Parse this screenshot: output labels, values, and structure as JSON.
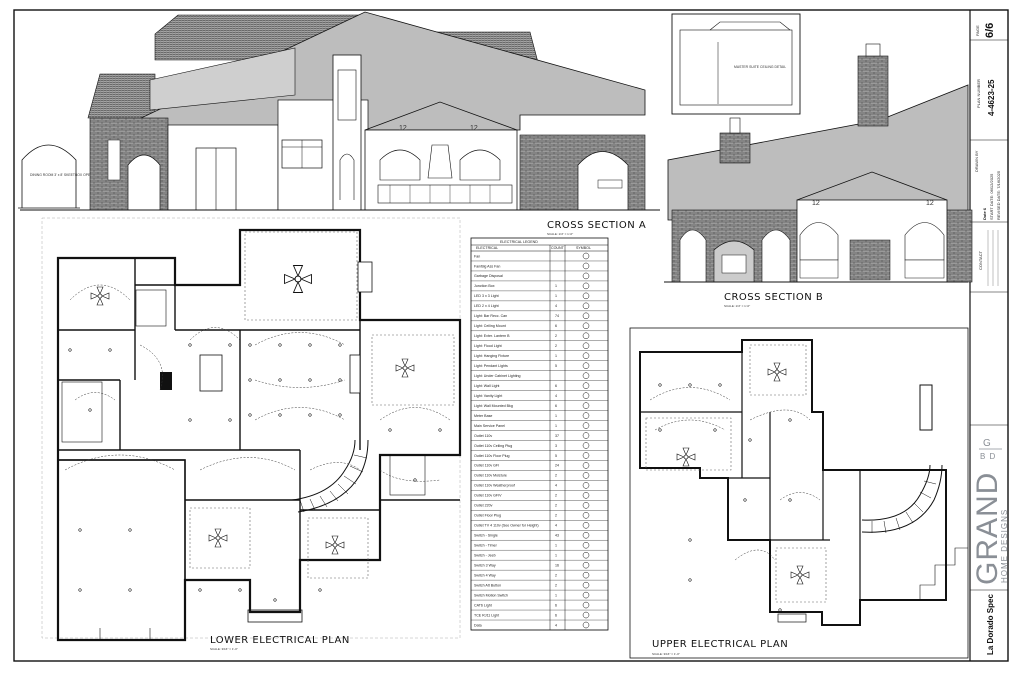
{
  "labels": {
    "cross_section_a": "CROSS SECTION A",
    "cross_section_b": "CROSS SECTION B",
    "scale_section": "SCALE: 1/4\" = 1'-0\"",
    "lower_plan": "LOWER ELECTRICAL PLAN",
    "upper_plan": "UPPER ELECTRICAL PLAN",
    "scale_plan": "SCALE: 3/16\" = 1'-0\"",
    "master_suite_detail": "MASTER SUITE CEILING DETAIL",
    "dining_detail": "DINING ROOM 3' x 8' SKEETBOX OPENING DETAIL",
    "pitch": "12"
  },
  "title_block": {
    "page_label": "PAGE",
    "page_number": "6/6",
    "plan_number_label": "PLAN NUMBER",
    "plan_number": "4-4623-25",
    "drawn_by": "DRAWN BY",
    "date_6": "Date 6",
    "start_date": "START DATE: 06/12/2025",
    "revised_date": "REVISED DATE: 7/16/2025",
    "contact": "CONTACT",
    "brand": "GRAND",
    "brand_sub": "HOME DESIGNS",
    "project": "La Dorado Spec",
    "monogram_top": "G",
    "monogram_bottom": "B D"
  },
  "legend": {
    "header": "ELECTRICAL LEGEND",
    "col_electrical": "ELECTRICAL",
    "col_count": "COUNT",
    "col_symbol": "SYMBOL",
    "rows": [
      {
        "name": "Fan",
        "count": ""
      },
      {
        "name": "Fan/Big Ass Fan",
        "count": ""
      },
      {
        "name": "Garbage Disposal",
        "count": ""
      },
      {
        "name": "Junction Box",
        "count": "1"
      },
      {
        "name": "LED 3 x 3 Light",
        "count": "1"
      },
      {
        "name": "LED 2 x 4 Light",
        "count": "4"
      },
      {
        "name": "Light: Bar Recc. Can",
        "count": "74"
      },
      {
        "name": "Light: Ceiling Mount",
        "count": "6"
      },
      {
        "name": "Light: Exter. Lantern B",
        "count": "2"
      },
      {
        "name": "Light: Flood Light",
        "count": "2"
      },
      {
        "name": "Light: Hanging Fixture",
        "count": "1"
      },
      {
        "name": "Light: Pendant Lights",
        "count": "5"
      },
      {
        "name": "Light: Under Cabinet Lighting",
        "count": ""
      },
      {
        "name": "Light: Wall Light",
        "count": "6"
      },
      {
        "name": "Light: Vanity Light",
        "count": "4"
      },
      {
        "name": "Light: Wall Mounted Bkg",
        "count": "6"
      },
      {
        "name": "Meter Base",
        "count": "1"
      },
      {
        "name": "Main Service Panel",
        "count": "1"
      },
      {
        "name": "Outlet 110v",
        "count": "37"
      },
      {
        "name": "Outlet 110v Ceiling Plug",
        "count": "3"
      },
      {
        "name": "Outlet 110v Floor Plug",
        "count": "5"
      },
      {
        "name": "Outlet 110v GFI",
        "count": "24"
      },
      {
        "name": "Outlet 110v Moisture",
        "count": "2"
      },
      {
        "name": "Outlet 110v Weatherproof",
        "count": "4"
      },
      {
        "name": "Outlet 110v GFIV",
        "count": "2"
      },
      {
        "name": "Outlet 220v",
        "count": "2"
      },
      {
        "name": "Outlet Floor Plug",
        "count": "2"
      },
      {
        "name": "Outlet TV 4 110v (See Owner for Height)",
        "count": "4"
      },
      {
        "name": "Switch - Single",
        "count": "43"
      },
      {
        "name": "Switch - Timer",
        "count": "1"
      },
      {
        "name": "Switch - Jeeb",
        "count": "1"
      },
      {
        "name": "Switch 3 Way",
        "count": "16"
      },
      {
        "name": "Switch 4 Way",
        "count": "2"
      },
      {
        "name": "Switch Att Button",
        "count": "2"
      },
      {
        "name": "Switch Motion Switch",
        "count": "1"
      },
      {
        "name": "CAT6 Light",
        "count": "6"
      },
      {
        "name": "TCE RJ11 Light",
        "count": "6"
      },
      {
        "name": "Data",
        "count": "4"
      }
    ]
  },
  "colors": {
    "roof_gray": "#bdbdbd",
    "brick": "#8c8c8c",
    "line": "#1a1a1a",
    "logo_gray": "#8a8f96"
  }
}
